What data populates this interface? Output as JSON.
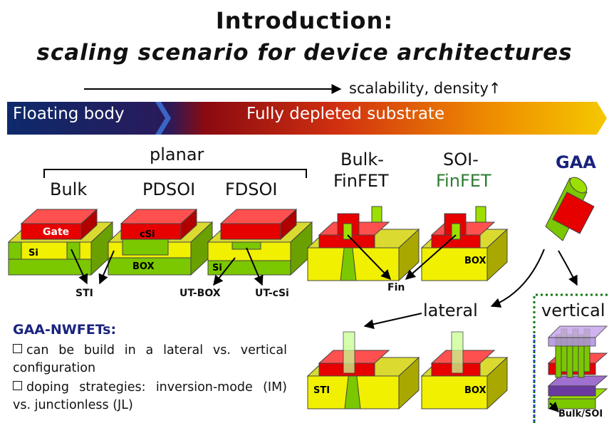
{
  "title": {
    "line1": "Introduction:",
    "line2": "scaling scenario for device architectures"
  },
  "scaling_arrow_label": "scalability, density↑",
  "banner": {
    "left": "Floating body",
    "right": "Fully depleted substrate",
    "colors": [
      "#0d2a6b",
      "#b01010",
      "#f0b000"
    ]
  },
  "planar": {
    "label": "planar",
    "devices": [
      "Bulk",
      "PDSOI",
      "FDSOI"
    ]
  },
  "finfets": {
    "bulk": [
      "Bulk-",
      "FinFET"
    ],
    "soi": [
      "SOI-",
      "FinFET"
    ]
  },
  "gaa": "GAA",
  "layer_labels": {
    "gate": "Gate",
    "si": "Si",
    "csi": "cSi",
    "box": "BOX",
    "sti": "STI",
    "ut_box": "UT-BOX",
    "ut_csi": "UT-cSi",
    "fin": "Fin",
    "bulk_soi": "Bulk/SOI"
  },
  "configs": {
    "lateral": "lateral",
    "vertical": "vertical"
  },
  "notes": {
    "heading": "GAA-NWFETs:",
    "bullet1": "can be build in a lateral vs. vertical configuration",
    "bullet2": "doping strategies: inversion-mode (IM) vs. junctionless (JL)"
  },
  "colors": {
    "gate": "#e60000",
    "silicon": "#f0f000",
    "substrate": "#7bc700",
    "box_layer": "#7bc700",
    "gaa_heading": "#1a237e",
    "finfet_green": "#2e7d32"
  }
}
